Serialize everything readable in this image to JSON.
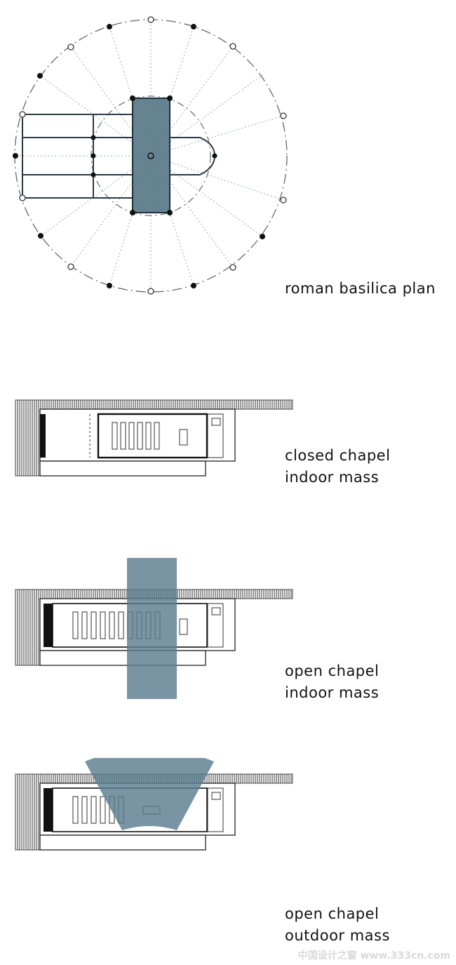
{
  "colors": {
    "mass": "#5b7d8f",
    "line": "#222222",
    "dash": "#8a9aa4",
    "wall_hatch": "#555555"
  },
  "sections": [
    {
      "lines": [
        "roman basilica plan"
      ]
    },
    {
      "lines": [
        "closed chapel",
        "indoor mass"
      ]
    },
    {
      "lines": [
        "open chapel",
        "indoor mass"
      ]
    },
    {
      "lines": [
        "open chapel",
        "outdoor mass"
      ]
    }
  ],
  "watermark": "中国设计之窗 www.333cn.com"
}
